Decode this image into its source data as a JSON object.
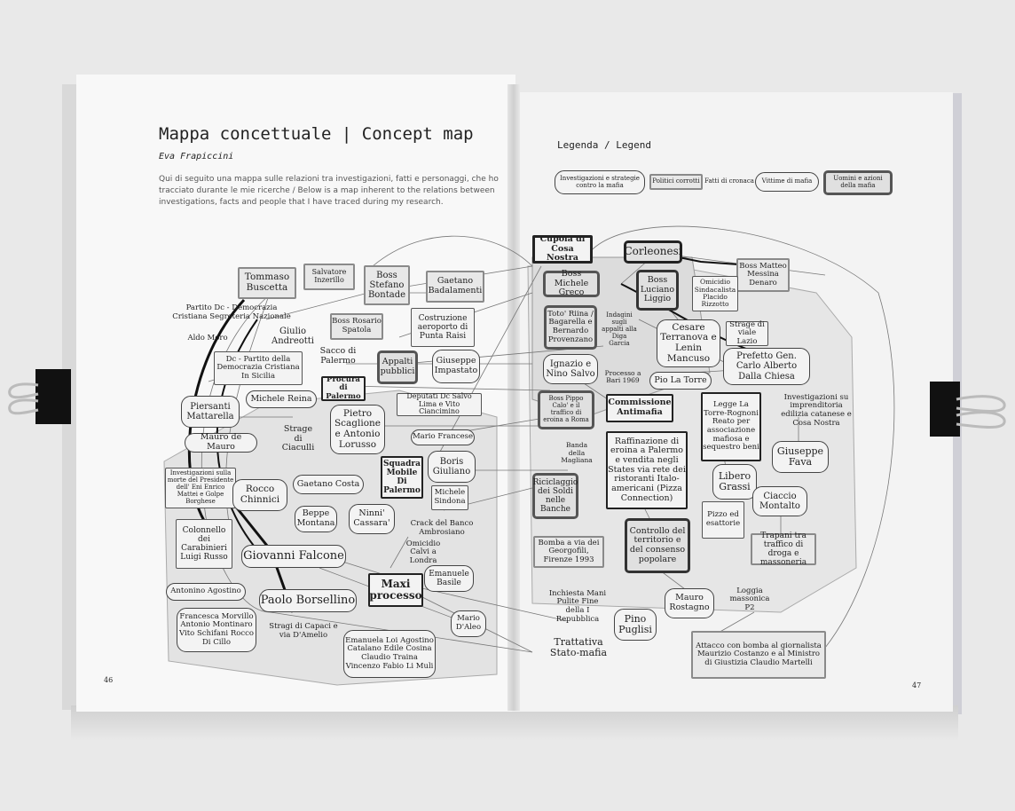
{
  "left_page": {
    "title": "Mappa concettuale | Concept map",
    "author": "Eva Frapiccini",
    "description": "Qui di seguito una mappa sulle relazioni tra investigazioni, fatti e personaggi, che ho tracciato durante le mie ricerche / Below is a map inherent to the relations between investigations, facts and people that I have traced during my research.",
    "page_number": "46"
  },
  "right_page": {
    "legend_title": "Legenda / Legend",
    "legend": [
      "Investigazioni e strategie contro la mafia",
      "Politici corrotti",
      "Fatti di cronaca",
      "Vittime di mafia",
      "Uomini e azioni della mafia"
    ],
    "page_number": "47"
  },
  "nodes": [
    "Tommaso Buscetta",
    "Salvatore Inzerillo",
    "Boss Stefano Bontade",
    "Gaetano Badalamenti",
    "Partito Dc - Democrazia Cristiana Segreteria Nazionale",
    "Aldo Moro",
    "Giulio Andreotti",
    "Boss Rosario Spatola",
    "Costruzione aeroporto di Punta Raisi",
    "Sacco di Palermo",
    "Dc - Partito della Democrazia Cristiana In Sicilia",
    "Appalti pubblici",
    "Giuseppe Impastato",
    "Procura di Palermo",
    "Michele Reina",
    "Piersanti Mattarella",
    "Deputati Dc Salvo Lima e Vito Ciancimino",
    "Pietro Scaglione e Antonio Lorusso",
    "Mario Francese",
    "Mauro de Mauro",
    "Strage di Ciaculli",
    "Boris Giuliano",
    "Squadra Mobile Di Palermo",
    "Investigazioni sulla morte del Presidente dell' Eni Enrico Mattei e Golpe Borghese",
    "Gaetano Costa",
    "Michele Sindona",
    "Rocco Chinnici",
    "Beppe Montana",
    "Ninni' Cassara'",
    "Crack del Banco Ambrosiano",
    "Colonnello dei Carabinieri Luigi Russo",
    "Omicidio Calvi a Londra",
    "Giovanni Falcone",
    "Emanuele Basile",
    "Maxi processo",
    "Antonino Agostino",
    "Paolo Borsellino",
    "Francesca Morvillo Antonio Montinaro Vito Schifani Rocco Di Cillo",
    "Stragi di Capaci e via D'Amelio",
    "Mario D'Aleo",
    "Emanuela Loi Agostino Catalano Edile Cosina Claudio Traina Vincenzo Fabio Li Muli",
    "Cupola di Cosa Nostra",
    "Corleonesi",
    "Boss Matteo Messina Denaro",
    "Boss Michele Greco",
    "Boss Luciano Liggio",
    "Omicidio Sindacalista Placido Rizzotto",
    "Toto' Riina / Bagarella e Bernardo Provenzano",
    "Indagini sugli appalti alla Diga Garcia",
    "Cesare Terranova e Lenin Mancuso",
    "Strage di viale Lazio",
    "Ignazio e Nino Salvo",
    "Processo a Bari 1969",
    "Prefetto Gen. Carlo Alberto Dalla Chiesa",
    "Pio La Torre",
    "Boss Pippo Calo' e il traffico di eroina a Roma",
    "Commissione Antimafia",
    "Legge La Torre-Rognoni Reato per associazione mafiosa e sequestro beni",
    "Investigazioni su imprenditoria edilizia catanese e Cosa Nostra",
    "Banda della Magliana",
    "Raffinazione di eroina a Palermo e vendita negli States via rete dei ristoranti Italo-americani (Pizza Connection)",
    "Giuseppe Fava",
    "Riciclaggio dei Soldi nelle Banche",
    "Libero Grassi",
    "Ciaccio Montalto",
    "Pizzo ed esattorie",
    "Bomba a via dei Georgofili, Firenze 1993",
    "Controllo del territorio e del consenso popolare",
    "Trapani tra traffico di droga e massoneria",
    "Inchiesta Mani Pulite Fine della I Repubblica",
    "Loggia massonica P2",
    "Mauro Rostagno",
    "Pino Puglisi",
    "Trattativa Stato-mafia",
    "Attacco con bomba al giornalista Maurizio Costanzo e al Ministro di Giustizia Claudio Martelli"
  ]
}
